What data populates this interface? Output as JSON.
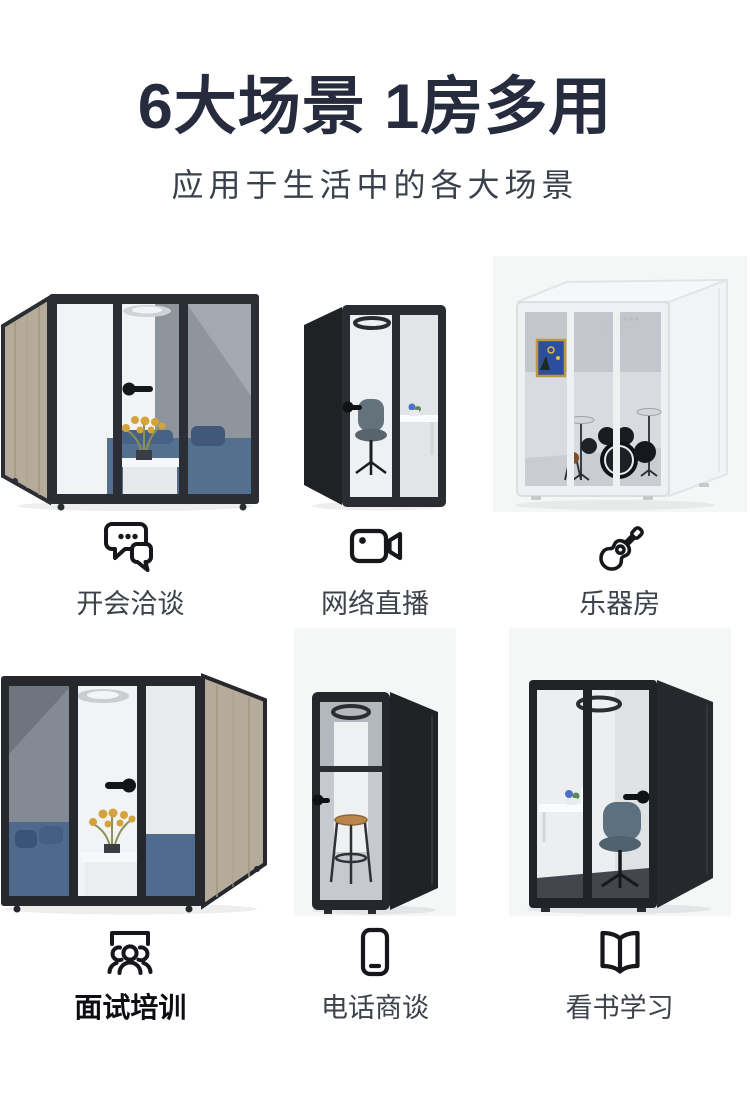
{
  "header": {
    "title": "6大场景 1房多用",
    "subtitle": "应用于生活中的各大场景"
  },
  "scenes": [
    {
      "label": "开会洽谈",
      "icon": "chat-bubbles-icon"
    },
    {
      "label": "网络直播",
      "icon": "video-camera-icon"
    },
    {
      "label": "乐器房",
      "icon": "guitar-icon"
    },
    {
      "label": "面试培训",
      "icon": "interview-audience-icon",
      "emphasis": "bold"
    },
    {
      "label": "电话商谈",
      "icon": "phone-icon"
    },
    {
      "label": "看书学习",
      "icon": "open-book-icon"
    }
  ],
  "colors": {
    "title": "#262c3d",
    "subtitle": "#3a404c",
    "label": "#3d424b",
    "label_bold": "#0c0e12",
    "icon_stroke": "#15171a",
    "booth_frame_black": "#26282d",
    "booth_frame_white": "#eef0f2",
    "wood_panel": "#b4ab9a",
    "sofa_blue": "#53708f",
    "acoustic_gray": "#8f959d",
    "photo_backdrop": "#f5f6f6"
  }
}
